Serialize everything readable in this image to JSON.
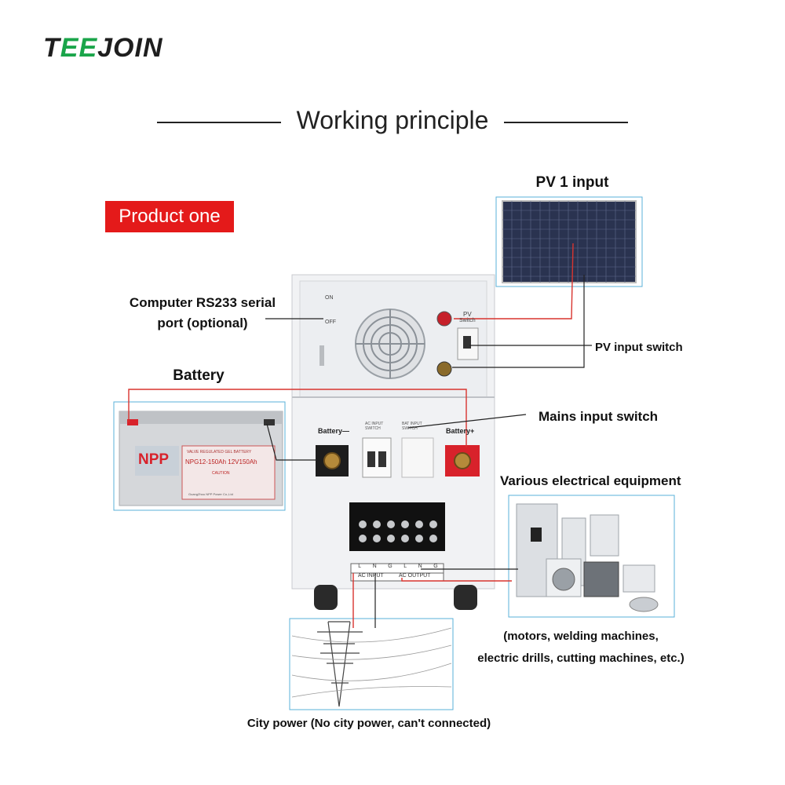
{
  "brand": {
    "logo": "TEEJOIN"
  },
  "page_title": "Working principle",
  "badge": "Product one",
  "labels": {
    "pv_input": "PV 1 input",
    "rs233": [
      "Computer RS233 serial",
      "port (optional)"
    ],
    "battery": "Battery",
    "pv_switch": "PV input switch",
    "mains_switch": "Mains input switch",
    "equipment": "Various electrical equipment",
    "equipment_note": [
      "(motors, welding machines,",
      "electric drills, cutting machines, etc.)"
    ],
    "city_power": "City power (No city power, can't connected)"
  },
  "device": {
    "on": "ON",
    "off": "OFF",
    "pv": "PV",
    "switch": "Switch",
    "battery_neg": "Battery—",
    "battery_pos": "Battery+",
    "ac_input_switch": [
      "AC INPUT",
      "SWITCH"
    ],
    "bat_input_switch": [
      "BAT INPUT",
      "SWITCH"
    ],
    "terminals": [
      "L",
      "N",
      "G",
      "L",
      "N",
      "G"
    ],
    "ac_input": "AC INPUT",
    "ac_output": "AC OUTPUT"
  },
  "battery_unit": {
    "brand": "NPP",
    "type": "VALVE REGULATED GEL BATTERY",
    "model": "NPG12-150Ah 12V150Ah",
    "caution": "CAUTION",
    "maker": "GuangZhou NPP Power Co.,Ltd"
  },
  "colors": {
    "accent_red": "#e41a1a",
    "wire_red": "#d8342f",
    "frame_blue": "#5ab0d8",
    "logo_green": "#1aa54a"
  }
}
